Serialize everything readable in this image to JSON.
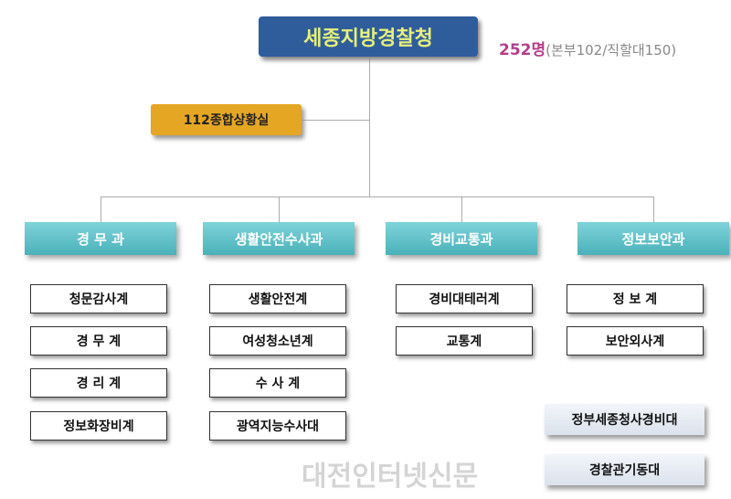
{
  "agency": {
    "title": "세종지방경찰청",
    "count": "252명",
    "count_detail": "(본부102/직할대150)"
  },
  "situation_room": "112종합상황실",
  "departments": [
    {
      "name": "경 무 과",
      "units": [
        "청문감사계",
        "경 무 계",
        "경 리 계",
        "정보화장비계"
      ]
    },
    {
      "name": "생활안전수사과",
      "units": [
        "생활안전계",
        "여성청소년계",
        "수 사 계",
        "광역지능수사대"
      ]
    },
    {
      "name": "경비교통과",
      "units": [
        "경비대테러계",
        "교통계"
      ]
    },
    {
      "name": "정보보안과",
      "units": [
        "정 보 계",
        "보안외사계"
      ]
    }
  ],
  "direct_units": [
    "정부세종청사경비대",
    "경찰관기동대"
  ],
  "watermark": "대전인터넷신문"
}
